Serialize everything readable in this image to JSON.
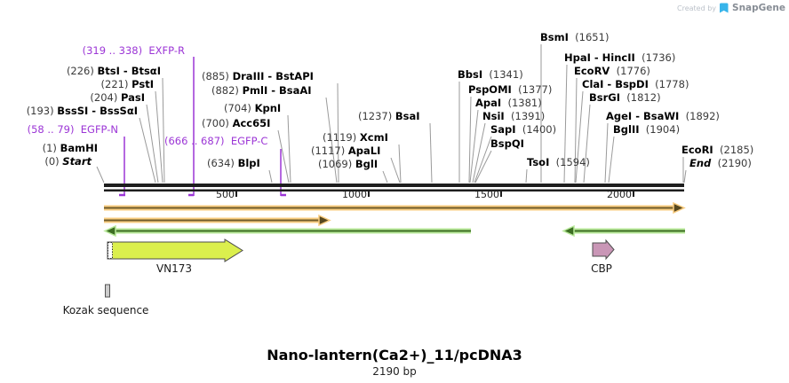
{
  "watermark": {
    "created_by": "Created by",
    "brand": "SnapGene"
  },
  "title": {
    "name": "Nano-lantern(Ca2+)_11/pcDNA3",
    "length": "2190 bp"
  },
  "map": {
    "ticks": [
      {
        "label": "500"
      },
      {
        "label": "1000"
      },
      {
        "label": "1500"
      },
      {
        "label": "2000"
      }
    ],
    "sites": [
      {
        "prefix": "(1) ",
        "name": "BamHI",
        "suffix": ""
      },
      {
        "prefix": "(0) ",
        "name": "Start",
        "suffix": ""
      },
      {
        "prefix": "(193) ",
        "name": "BssSI - BssSαI",
        "suffix": ""
      },
      {
        "prefix": "(204) ",
        "name": "PasI",
        "suffix": ""
      },
      {
        "prefix": "(221) ",
        "name": "PstI",
        "suffix": ""
      },
      {
        "prefix": "(226) ",
        "name": "BtsI - BtsαI",
        "suffix": ""
      },
      {
        "prefix": "(634) ",
        "name": "BlpI",
        "suffix": ""
      },
      {
        "prefix": "(700) ",
        "name": "Acc65I",
        "suffix": ""
      },
      {
        "prefix": "(704) ",
        "name": "KpnI",
        "suffix": ""
      },
      {
        "prefix": "(882) ",
        "name": "PmlI - BsaAI",
        "suffix": ""
      },
      {
        "prefix": "(885) ",
        "name": "DraIII - BstAPI",
        "suffix": ""
      },
      {
        "prefix": "(1069) ",
        "name": "BglI",
        "suffix": ""
      },
      {
        "prefix": "(1117) ",
        "name": "ApaLI",
        "suffix": ""
      },
      {
        "prefix": "(1119) ",
        "name": "XcmI",
        "suffix": ""
      },
      {
        "prefix": "(1237) ",
        "name": "BsaI",
        "suffix": ""
      },
      {
        "prefix": "",
        "name": "BbsI",
        "suffix": "  (1341)"
      },
      {
        "prefix": "",
        "name": "PspOMI",
        "suffix": "  (1377)"
      },
      {
        "prefix": "",
        "name": "ApaI",
        "suffix": "  (1381)"
      },
      {
        "prefix": "",
        "name": "NsiI",
        "suffix": "  (1391)"
      },
      {
        "prefix": "",
        "name": "SapI",
        "suffix": "  (1400)"
      },
      {
        "prefix": "",
        "name": "BspQI",
        "suffix": ""
      },
      {
        "prefix": "",
        "name": "TsoI",
        "suffix": "  (1594)"
      },
      {
        "prefix": "",
        "name": "BsmI",
        "suffix": "  (1651)"
      },
      {
        "prefix": "",
        "name": "HpaI - HincII",
        "suffix": "  (1736)"
      },
      {
        "prefix": "",
        "name": "EcoRV",
        "suffix": "  (1776)"
      },
      {
        "prefix": "",
        "name": "ClaI - BspDI",
        "suffix": "  (1778)"
      },
      {
        "prefix": "",
        "name": "BsrGI",
        "suffix": "  (1812)"
      },
      {
        "prefix": "",
        "name": "AgeI - BsaWI",
        "suffix": "  (1892)"
      },
      {
        "prefix": "",
        "name": "BglII",
        "suffix": "  (1904)"
      },
      {
        "prefix": "",
        "name": "EcoRI",
        "suffix": "  (2185)"
      },
      {
        "prefix": "",
        "name": "End",
        "suffix": "  (2190)"
      }
    ],
    "annotations": [
      {
        "prefix": "(58 .. 79)  ",
        "name": "EGFP-N"
      },
      {
        "prefix": "(319 .. 338)  ",
        "name": "EXFP-R"
      },
      {
        "prefix": "(666 .. 687)  ",
        "name": "EGFP-C"
      }
    ],
    "features": [
      {
        "name": "forward-span-full",
        "label": "",
        "direction": "right",
        "color": "#F8CC80"
      },
      {
        "name": "forward-span-short",
        "label": "",
        "direction": "right",
        "color": "#F8CC80"
      },
      {
        "name": "reverse-span-left",
        "label": "",
        "direction": "left",
        "color": "#B8E89A"
      },
      {
        "name": "reverse-span-right",
        "label": "",
        "direction": "left",
        "color": "#B8E89A"
      },
      {
        "name": "vn173",
        "label": "VN173",
        "direction": "right",
        "color": "#DBEF4D"
      },
      {
        "name": "cbp",
        "label": "CBP",
        "direction": "right",
        "color": "#C996B6"
      },
      {
        "name": "kozak",
        "label": "Kozak sequence",
        "color": "#D9D9D9"
      }
    ]
  },
  "colors": {
    "annotation_purple": "#9C36D6",
    "leader_gray": "#9a9a9a",
    "backbone": "#1e1e1e",
    "orange_light": "#F8CC80",
    "orange_core": "#6F5B2A",
    "green_light": "#B8E89A",
    "green_core": "#3C6E22",
    "vn173_fill": "#DBEF4D",
    "cbp_fill": "#C996B6"
  }
}
